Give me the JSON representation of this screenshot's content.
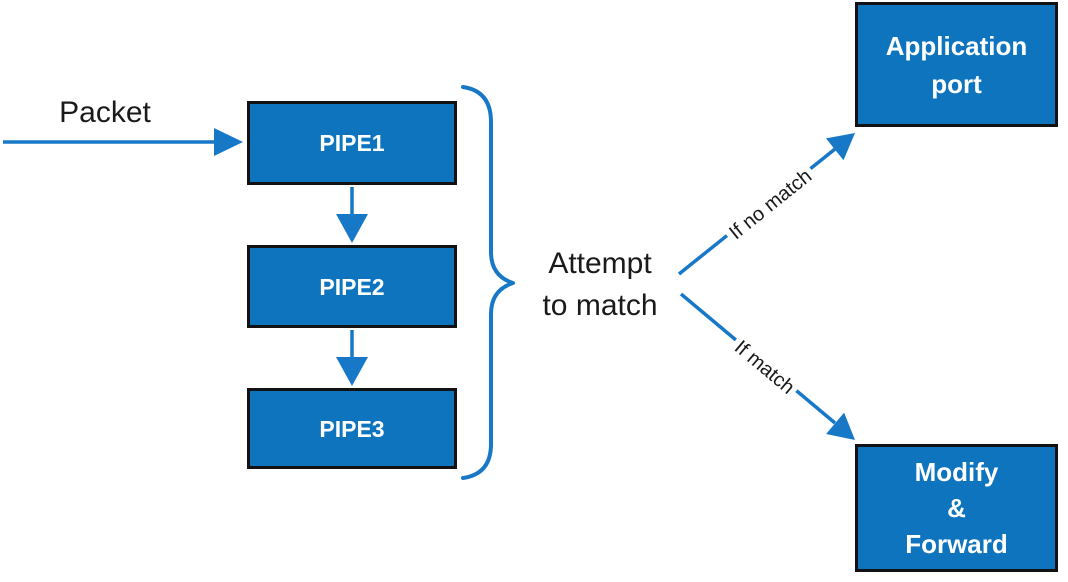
{
  "labels": {
    "packet": "Packet",
    "attempt": [
      "Attempt",
      "to match"
    ],
    "no_match": "If no match",
    "match": "If match"
  },
  "pipes": [
    {
      "label": "PIPE1"
    },
    {
      "label": "PIPE2"
    },
    {
      "label": "PIPE3"
    }
  ],
  "destinations": {
    "application_port": {
      "lines": [
        "Application",
        "port"
      ]
    },
    "modify_forward": {
      "lines": [
        "Modify",
        "&",
        "Forward"
      ]
    }
  },
  "colors": {
    "box_fill": "#0e74be",
    "box_border": "#121212",
    "arrow_blue": "#1878c8",
    "text_ink": "#1a1a1a"
  }
}
